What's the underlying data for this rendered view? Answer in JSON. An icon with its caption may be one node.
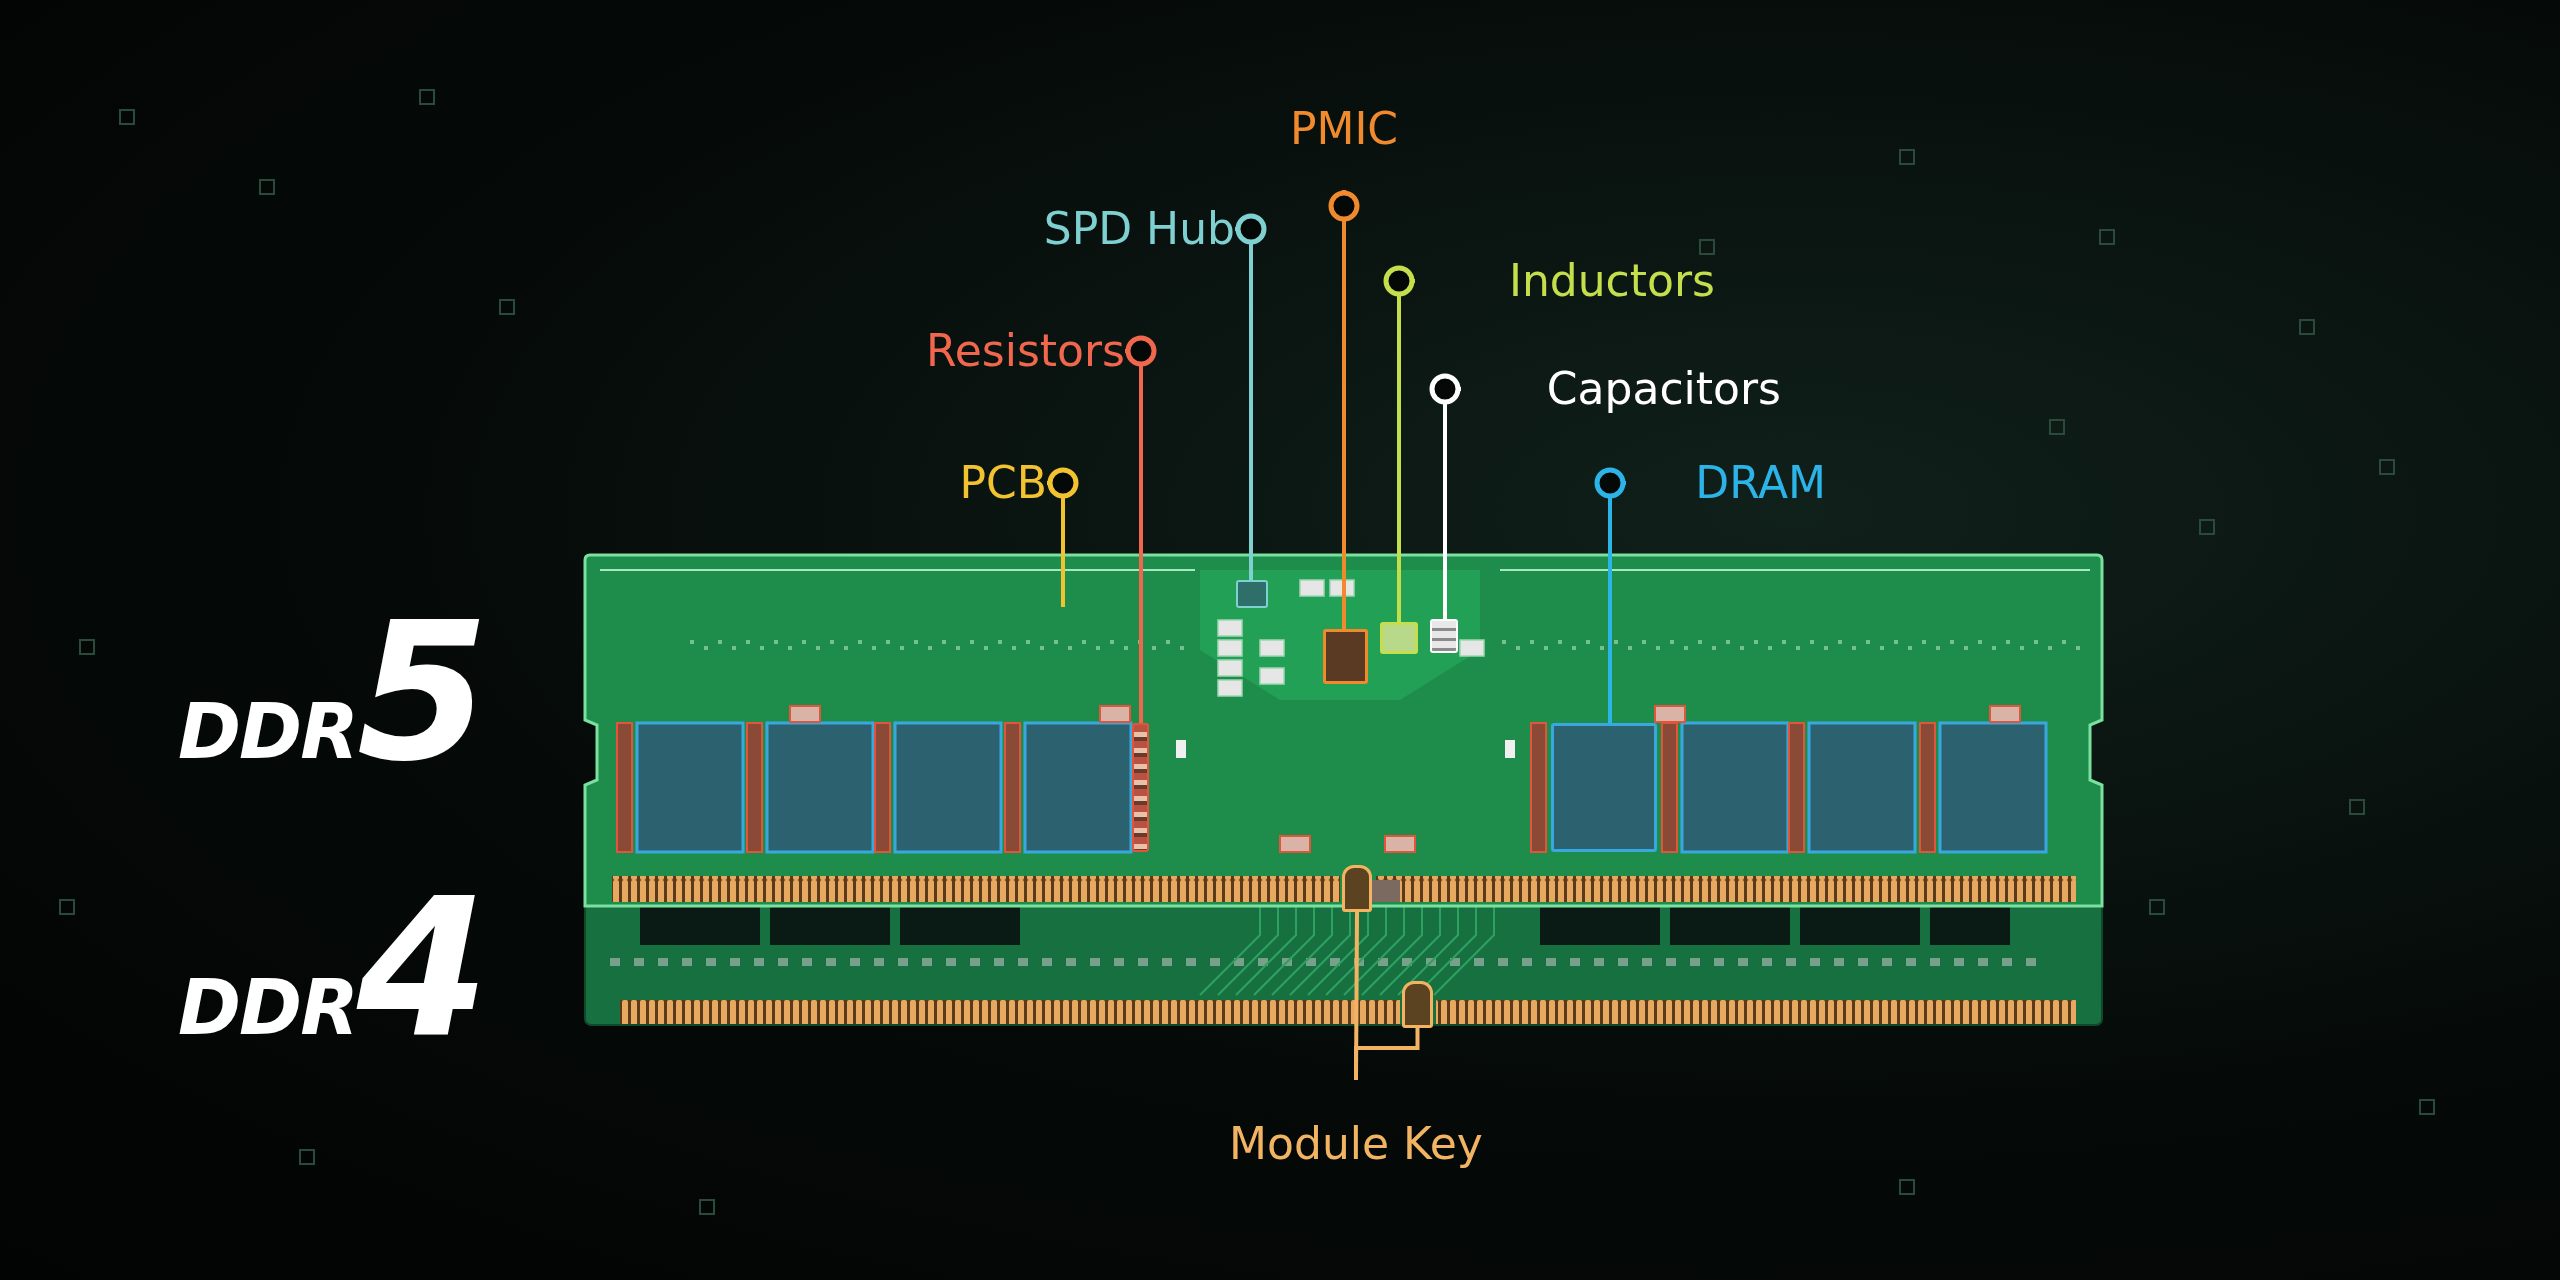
{
  "diagram": {
    "nodes": [
      {
        "text": [
          "PMIC"
        ]
      },
      {
        "text": [
          "SPD Hub"
        ]
      },
      {
        "text": [
          "Inductors"
        ]
      },
      {
        "text": [
          "Resistors"
        ]
      },
      {
        "text": [
          "Capacitors"
        ]
      },
      {
        "text": [
          "PCB"
        ]
      },
      {
        "text": [
          "DRAM"
        ]
      },
      {
        "text": [
          "Module Key"
        ]
      },
      {
        "text": [],
        "shape": "box"
      },
      {
        "text": [],
        "shape": "box"
      },
      {
        "text": [],
        "shape": "box"
      },
      {
        "text": [],
        "shape": "box"
      },
      {
        "text": [],
        "shape": "box"
      },
      {
        "text": [],
        "shape": "box"
      },
      {
        "text": [],
        "shape": "box"
      },
      {
        "text": [],
        "shape": "box"
      }
    ],
    "edges": [
      {
        "from": 0,
        "to": 10,
        "arrow": "other",
        "color": "#f08a2c"
      },
      {
        "from": 1,
        "to": 9,
        "arrow": "other",
        "color": "#7fd0d0"
      },
      {
        "from": 2,
        "to": 12,
        "arrow": "other",
        "color": "#c5de4b"
      },
      {
        "from": 3,
        "to": 8,
        "arrow": "other",
        "color": "#f0674d"
      },
      {
        "from": 4,
        "to": 14,
        "arrow": "other",
        "color": "#ffffff"
      },
      {
        "from": 5,
        "to": null,
        "arrow": "other",
        "color": "#f2c230"
      },
      {
        "from": 6,
        "to": 15,
        "arrow": "other",
        "color": "#2cb4e8"
      },
      {
        "from": 7,
        "to": 11,
        "arrow": "none",
        "color": "#f2b462"
      },
      {
        "from": 7,
        "to": 13,
        "arrow": "none",
        "color": "#f2b462"
      }
    ],
    "labels": [
      "DDR**5**",
      "DDR**4**"
    ]
  }
}
